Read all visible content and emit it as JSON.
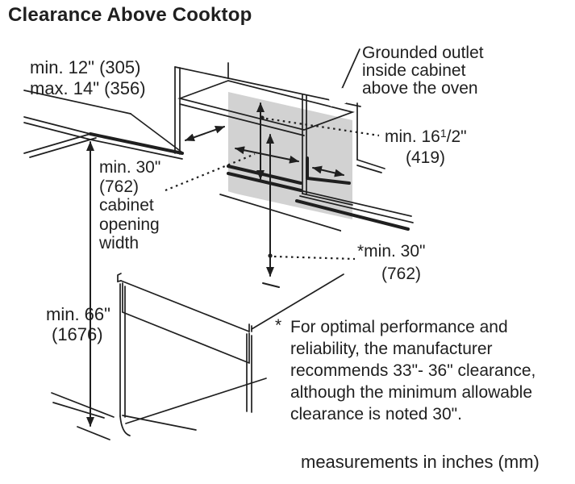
{
  "title": "Clearance Above Cooktop",
  "colors": {
    "line": "#1f1f1f",
    "panel": "#d2d2d2",
    "background": "#ffffff"
  },
  "diagram": {
    "outlet_icon": "grounded-outlet-icon"
  },
  "labels": {
    "cabinet_depth": {
      "line1": "min. 12\" (305)",
      "line2": "max. 14\" (356)"
    },
    "outlet_note": {
      "line1": "Grounded outlet",
      "line2": "inside cabinet",
      "line3": "above the oven"
    },
    "outlet_clearance": {
      "prefix": "min. 16",
      "sup": "1",
      "suffix": "/2\"",
      "mm": "(419)"
    },
    "opening_width": {
      "line1": "min. 30\"",
      "line2": "(762)",
      "line3": "cabinet",
      "line4": "opening",
      "line5": "width"
    },
    "cooktop_clearance": {
      "line1": "*min. 30\"",
      "line2": "(762)"
    },
    "floor_clearance": {
      "line1": "min. 66\"",
      "line2": "(1676)"
    },
    "footnote": {
      "marker": "*",
      "lines": [
        "For optimal performance and",
        "reliability, the manufacturer",
        "recommends 33\"- 36\" clearance,",
        "although the minimum allowable",
        "clearance is noted 30\"."
      ]
    },
    "footer": "measurements in inches (mm)"
  }
}
